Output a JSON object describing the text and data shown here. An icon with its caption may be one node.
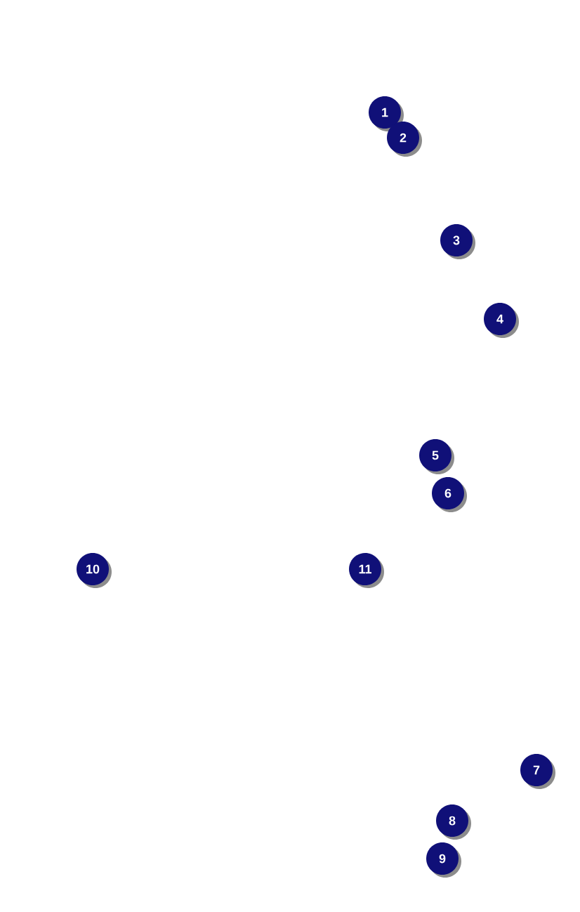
{
  "diagram": {
    "labels": [
      "1",
      "2",
      "3",
      "4",
      "5",
      "6",
      "10",
      "11",
      "7",
      "8",
      "9"
    ]
  }
}
